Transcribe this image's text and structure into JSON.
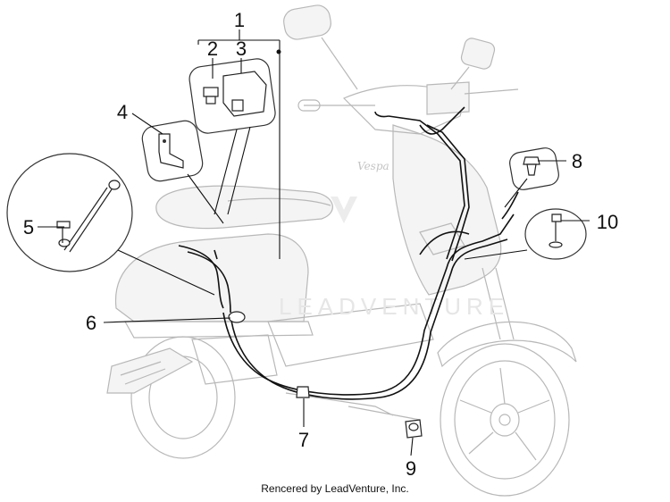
{
  "diagram": {
    "callouts": [
      {
        "id": "1",
        "label": "1"
      },
      {
        "id": "2",
        "label": "2"
      },
      {
        "id": "3",
        "label": "3"
      },
      {
        "id": "4",
        "label": "4"
      },
      {
        "id": "5",
        "label": "5"
      },
      {
        "id": "6",
        "label": "6"
      },
      {
        "id": "7",
        "label": "7"
      },
      {
        "id": "8",
        "label": "8"
      },
      {
        "id": "9",
        "label": "9"
      },
      {
        "id": "10",
        "label": "10"
      }
    ],
    "watermark": "LEADVENTURE",
    "footer": "Rencered by LeadVenture, Inc."
  }
}
